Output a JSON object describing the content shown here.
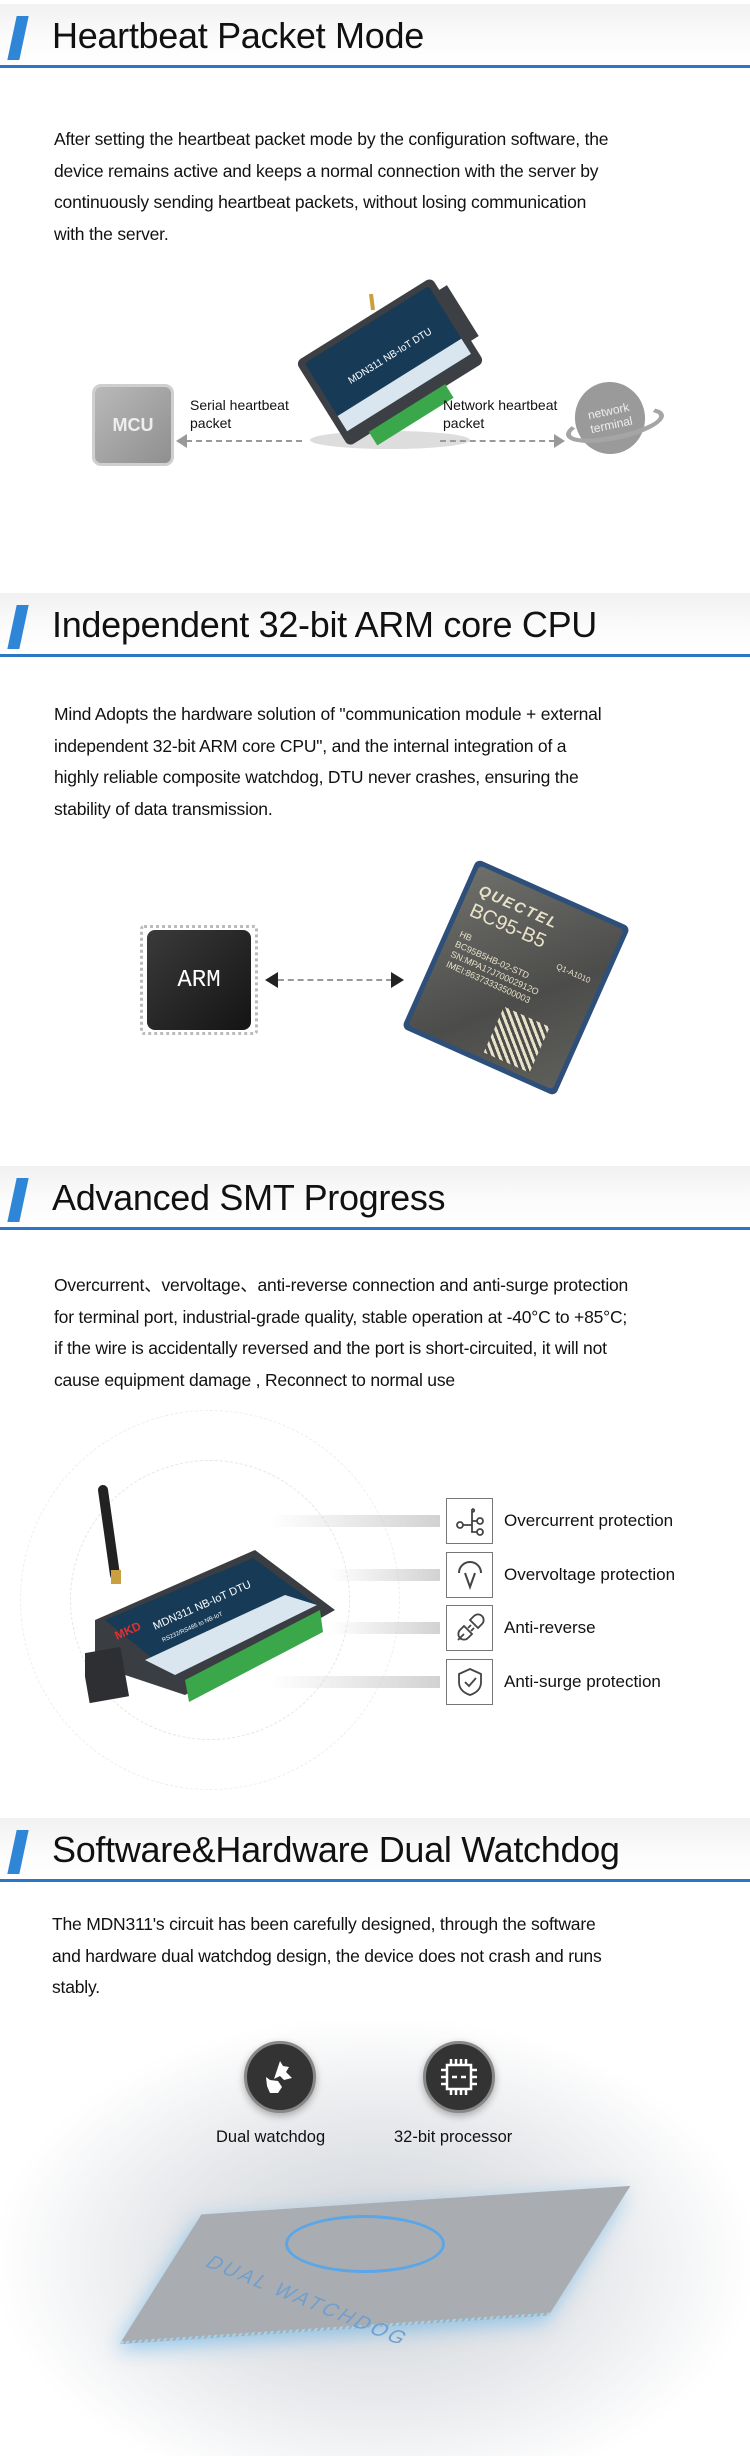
{
  "sections": [
    {
      "title": "Heartbeat Packet Mode",
      "lines": [
        "After setting the heartbeat packet mode by the configuration software, the",
        "device remains active and keeps a normal connection with the server by",
        "continuously sending heartbeat packets, without losing communication",
        "with the server."
      ],
      "diagram": {
        "mcu_label": "MCU",
        "serial_label": [
          "Serial heartbeat",
          "packet"
        ],
        "network_label": [
          "Network heartbeat",
          "packet"
        ],
        "terminal_label": [
          "network",
          "terminal"
        ]
      }
    },
    {
      "title": "Independent 32-bit ARM core CPU",
      "lines": [
        "Mind Adopts the hardware solution of \"communication module + external",
        "independent 32-bit ARM core CPU\", and the internal integration of a",
        "highly reliable composite watchdog, DTU never crashes, ensuring the",
        "stability of data transmission."
      ],
      "diagram": {
        "arm_label": "ARM",
        "module_brand": "QUECTEL",
        "module_model": "BC95-B5",
        "module_lines": [
          "HB",
          "BC95B5HB-02-STD",
          "SN:MPA17J70002912O",
          "IMEI:86373333500003"
        ],
        "module_rev": "Q1-A1010"
      }
    },
    {
      "title": "Advanced SMT Progress",
      "lines": [
        "Overcurrent、vervoltage、anti-reverse connection and anti-surge protection",
        "for terminal port, industrial-grade quality, stable operation at -40°C to +85°C;",
        "if the wire is accidentally reversed and the port is short-circuited, it will not",
        "cause equipment damage , Reconnect to normal use"
      ],
      "device": {
        "brand": "MKD",
        "model": "MDN311 NB-IoT DTU",
        "sub": "RS232/RS485 to NB-IoT"
      },
      "features": [
        {
          "icon": "circuit-branch-icon",
          "label": "Overcurrent protection"
        },
        {
          "icon": "voltage-gauge-icon",
          "label": "Overvoltage protection"
        },
        {
          "icon": "plug-icon",
          "label": "Anti-reverse"
        },
        {
          "icon": "shield-check-icon",
          "label": "Anti-surge protection"
        }
      ]
    },
    {
      "title": "Software&Hardware Dual Watchdog",
      "lines": [
        "The MDN311's circuit has been carefully designed, through the software",
        "and hardware dual watchdog design, the device does not crash and  runs",
        "stably."
      ],
      "icons": [
        {
          "icon": "dogs-icon",
          "label": "Dual watchdog"
        },
        {
          "icon": "processor-icon",
          "label": "32-bit processor"
        }
      ],
      "chip_text": "DUAL WATCHDOG"
    }
  ],
  "colors": {
    "accent": "#2b77c5",
    "slash": "#2f86d6",
    "terminal_green": "#3aa84a",
    "device_face": "#173a57"
  }
}
